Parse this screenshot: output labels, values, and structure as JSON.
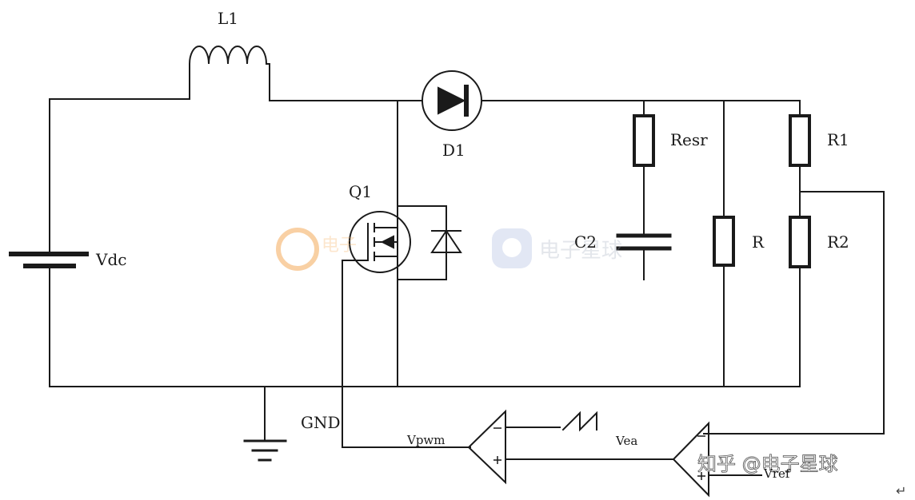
{
  "labels": {
    "l1": "L1",
    "d1": "D1",
    "q1": "Q1",
    "vdc": "Vdc",
    "resr": "Resr",
    "c2": "C2",
    "r": "R",
    "r1": "R1",
    "r2": "R2",
    "gnd": "GND",
    "vpwm": "Vpwm",
    "vea": "Vea",
    "vref": "Vref"
  },
  "watermark": {
    "center_text": "电子星球",
    "left_text": "电子"
  },
  "credit": "知乎 @电子星球",
  "return_mark": "↵",
  "colors": {
    "wire": "#1a1a1a",
    "background": "#ffffff",
    "watermark_orange": "#f3a24a",
    "watermark_blue": "#9aa3b5"
  }
}
